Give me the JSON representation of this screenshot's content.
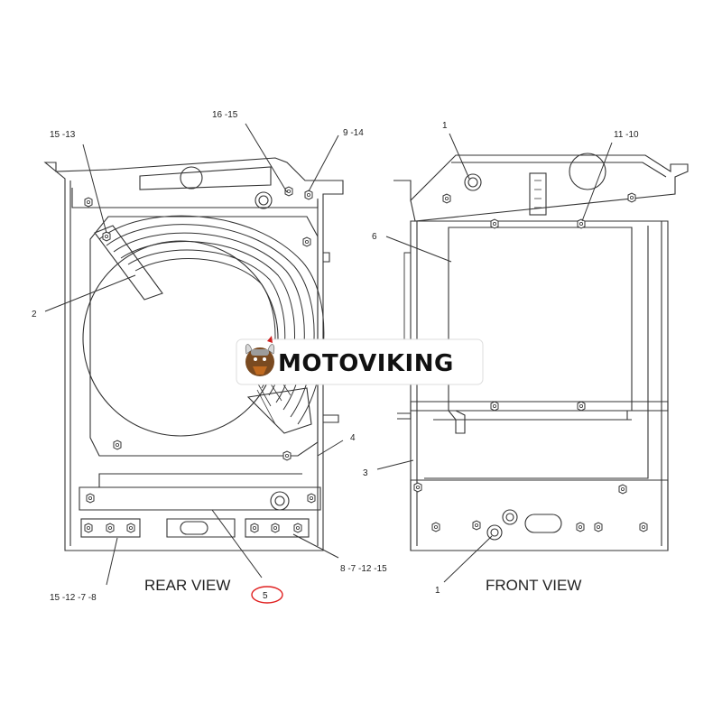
{
  "views": {
    "rear": {
      "label": "REAR VIEW"
    },
    "front": {
      "label": "FRONT VIEW"
    }
  },
  "callouts": {
    "rear_15_13": "15 -13",
    "rear_16_15": "16 -15",
    "rear_9_14": "9 -14",
    "rear_2": "2",
    "rear_4": "4",
    "rear_15_12_7_8": "15 -12 -7 -8",
    "rear_5": "5",
    "rear_8_7_12_15": "8 -7 -12 -15",
    "front_1_top": "1",
    "front_11_10": "11 -10",
    "front_6": "6",
    "front_3": "3",
    "front_1_bottom": "1"
  },
  "watermark": {
    "text": "MOTOVIKING",
    "icon": "viking-mascot-icon"
  },
  "colors": {
    "line": "#333333",
    "highlight_circle": "#e02020",
    "watermark_bg": "#ffffff"
  }
}
